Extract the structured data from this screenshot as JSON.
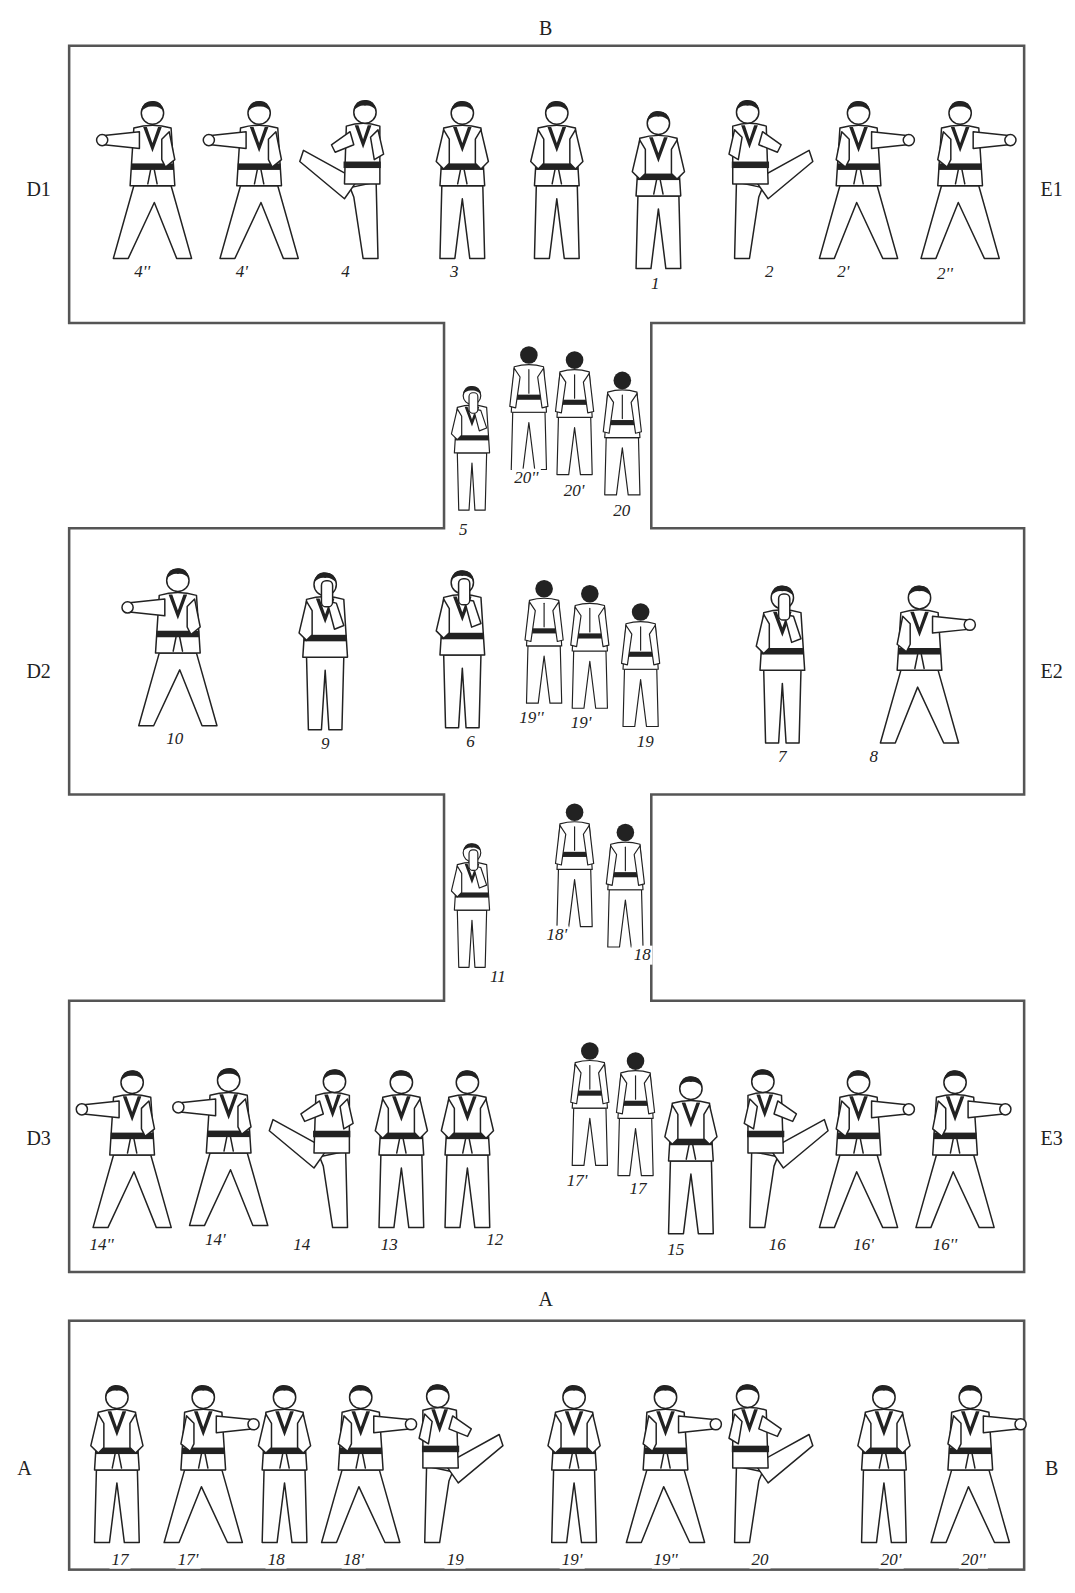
{
  "diagram": {
    "labels": [
      "B",
      "D1",
      "E1",
      "4''",
      "4'",
      "4",
      "3",
      "1",
      "2",
      "2'",
      "2''",
      "20''",
      "20'",
      "20",
      "5",
      "D2",
      "E2",
      "10",
      "9",
      "6",
      "19''",
      "19'",
      "19",
      "7",
      "8",
      "18'",
      "18",
      "11",
      "D3",
      "E3",
      "17'",
      "17",
      "14''",
      "14'",
      "14",
      "13",
      "12",
      "15",
      "16",
      "16'",
      "16''",
      "A",
      "A",
      "B",
      "17",
      "17'",
      "18",
      "18'",
      "19",
      "19'",
      "19''",
      "20",
      "20'",
      "20''"
    ]
  }
}
